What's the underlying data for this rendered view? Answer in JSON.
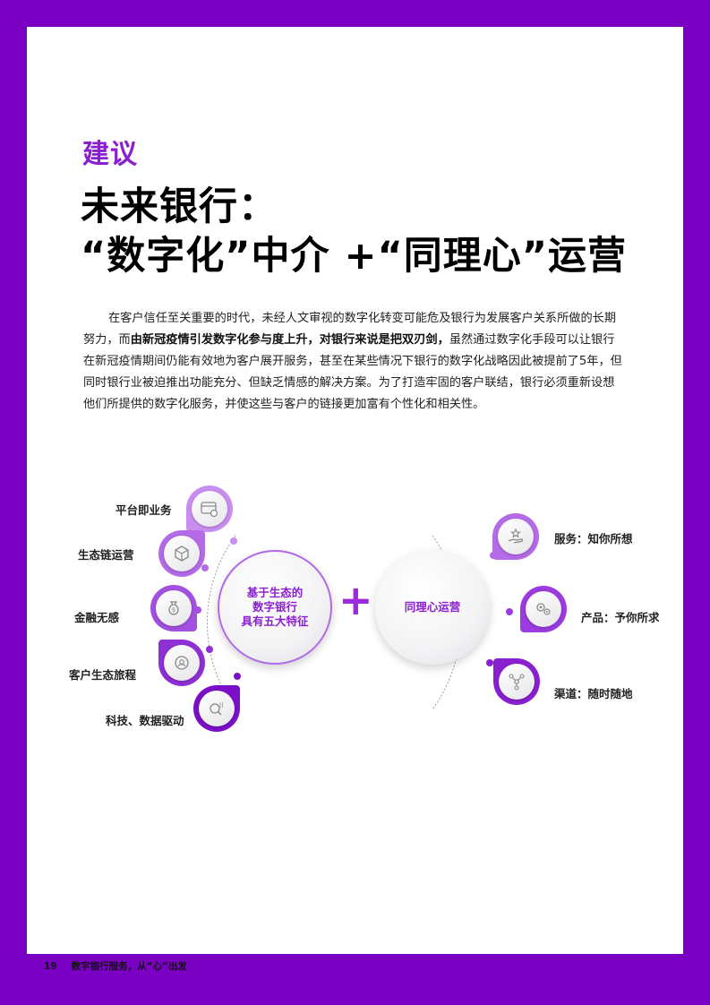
{
  "section_label": "建议",
  "title": {
    "line1": "未来银行：",
    "line2": "“数字化”中介 +“同理心”运营"
  },
  "body": {
    "part1": "在客户信任至关重要的时代，未经人文审视的数字化转变可能危及银行为发展客户关系所做的长期努力，而",
    "bold": "由新冠疫情引发数字化参与度上升，对银行来说是把双刃剑，",
    "part2": "虽然通过数字化手段可以让银行在新冠疫情期间仍能有效地为客户展开服务，甚至在某些情况下银行的数字化战略因此被提前了5年，但同时银行业被迫推出功能充分、但缺乏情感的解决方案。为了打造牢固的客户联结，银行必须重新设想他们所提供的数字化服务，并使这些与客户的链接更加富有个性化和相关性。"
  },
  "diagram": {
    "left_center": "基于生态的数字银行具有五大特征",
    "left_center_lines": [
      "基于生态的",
      "数字银行",
      "具有五大特征"
    ],
    "right_center": "同理心运营",
    "left_features": [
      {
        "label": "平台即业务",
        "icon": "platform-gear-icon",
        "color": "#c98ef0"
      },
      {
        "label": "生态链运营",
        "icon": "cube-network-icon",
        "color": "#b56be8"
      },
      {
        "label": "金融无感",
        "icon": "money-bag-icon",
        "color": "#a350e0"
      },
      {
        "label": "客户生态旅程",
        "icon": "journey-cycle-icon",
        "color": "#8f2fd6"
      },
      {
        "label": "科技、数据驱动",
        "icon": "data-search-icon",
        "color": "#7b10c8"
      }
    ],
    "right_features": [
      {
        "label": "服务：知你所想",
        "icon": "hand-star-icon",
        "color": "#b56be8"
      },
      {
        "label": "产品：予你所求",
        "icon": "gears-icon",
        "color": "#9b3be0"
      },
      {
        "label": "渠道：随时随地",
        "icon": "nodes-icon",
        "color": "#8a1fd0"
      }
    ],
    "plus_symbol": "+"
  },
  "footer": {
    "page_number": "19",
    "text": "数字银行服务，从“心”出发"
  }
}
